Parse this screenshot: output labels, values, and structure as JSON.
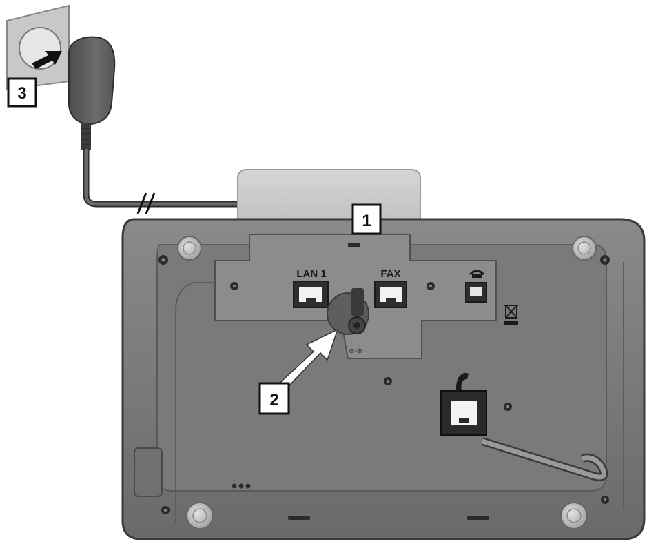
{
  "callouts": [
    {
      "id": "1",
      "label": "1"
    },
    {
      "id": "2",
      "label": "2"
    },
    {
      "id": "3",
      "label": "3"
    }
  ],
  "ports": {
    "lan": "LAN 1",
    "fax": "FAX"
  },
  "colors": {
    "housing": "#767676",
    "housing_outline": "#3a3a3a",
    "panel": "#8c8c8c",
    "recess": "#6e6e6e",
    "cable": "#4a4a4a",
    "arrow": "#ffffff",
    "callout_fill": "#ffffff",
    "callout_stroke": "#111111"
  },
  "icons": [
    "wall-socket-icon",
    "power-adapter-icon",
    "telephone-handset-icon",
    "weee-bin-icon"
  ]
}
